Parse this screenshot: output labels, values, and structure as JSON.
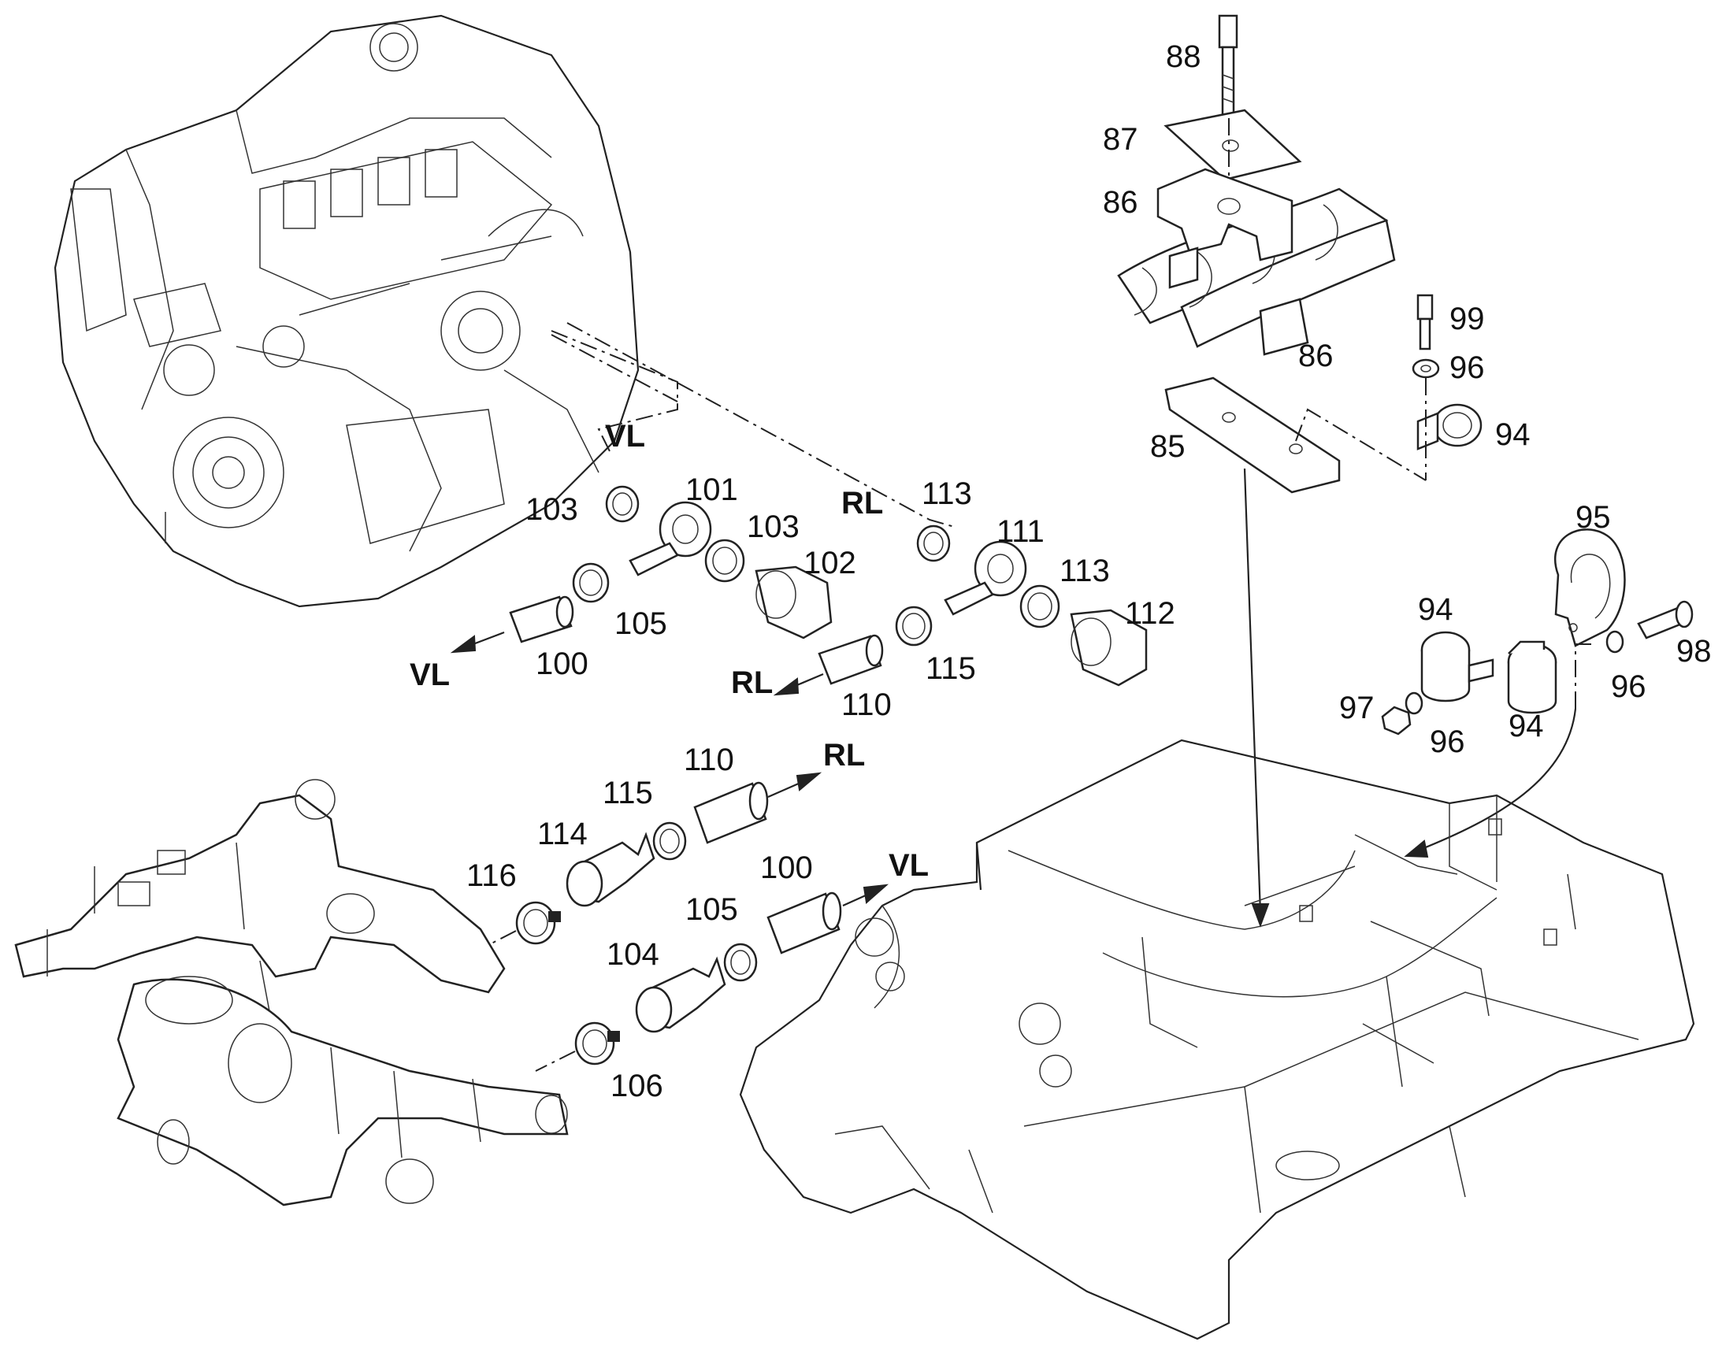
{
  "callouts": {
    "c88": "88",
    "c87": "87",
    "c86a": "86",
    "c86b": "86",
    "c85": "85",
    "c99": "99",
    "c96a": "96",
    "c94a": "94",
    "c95": "95",
    "c94b": "94",
    "c98": "98",
    "c97": "97",
    "c96b": "96",
    "c94c": "94",
    "c96c": "96",
    "c101": "101",
    "c103a": "103",
    "c103b": "103",
    "c102": "102",
    "c105a": "105",
    "c100a": "100",
    "c113a": "113",
    "c111": "111",
    "c113b": "113",
    "c112": "112",
    "c115a": "115",
    "c110a": "110",
    "c110b": "110",
    "c115b": "115",
    "c114": "114",
    "c116": "116",
    "c100b": "100",
    "c105b": "105",
    "c104": "104",
    "c106": "106"
  },
  "flow_labels": {
    "vl_top": "VL",
    "rl_top": "RL",
    "vl_left": "VL",
    "rl_mid": "RL",
    "rl_lower": "RL",
    "vl_lower": "VL"
  },
  "colors": {
    "line": "#222222",
    "background": "#ffffff"
  }
}
